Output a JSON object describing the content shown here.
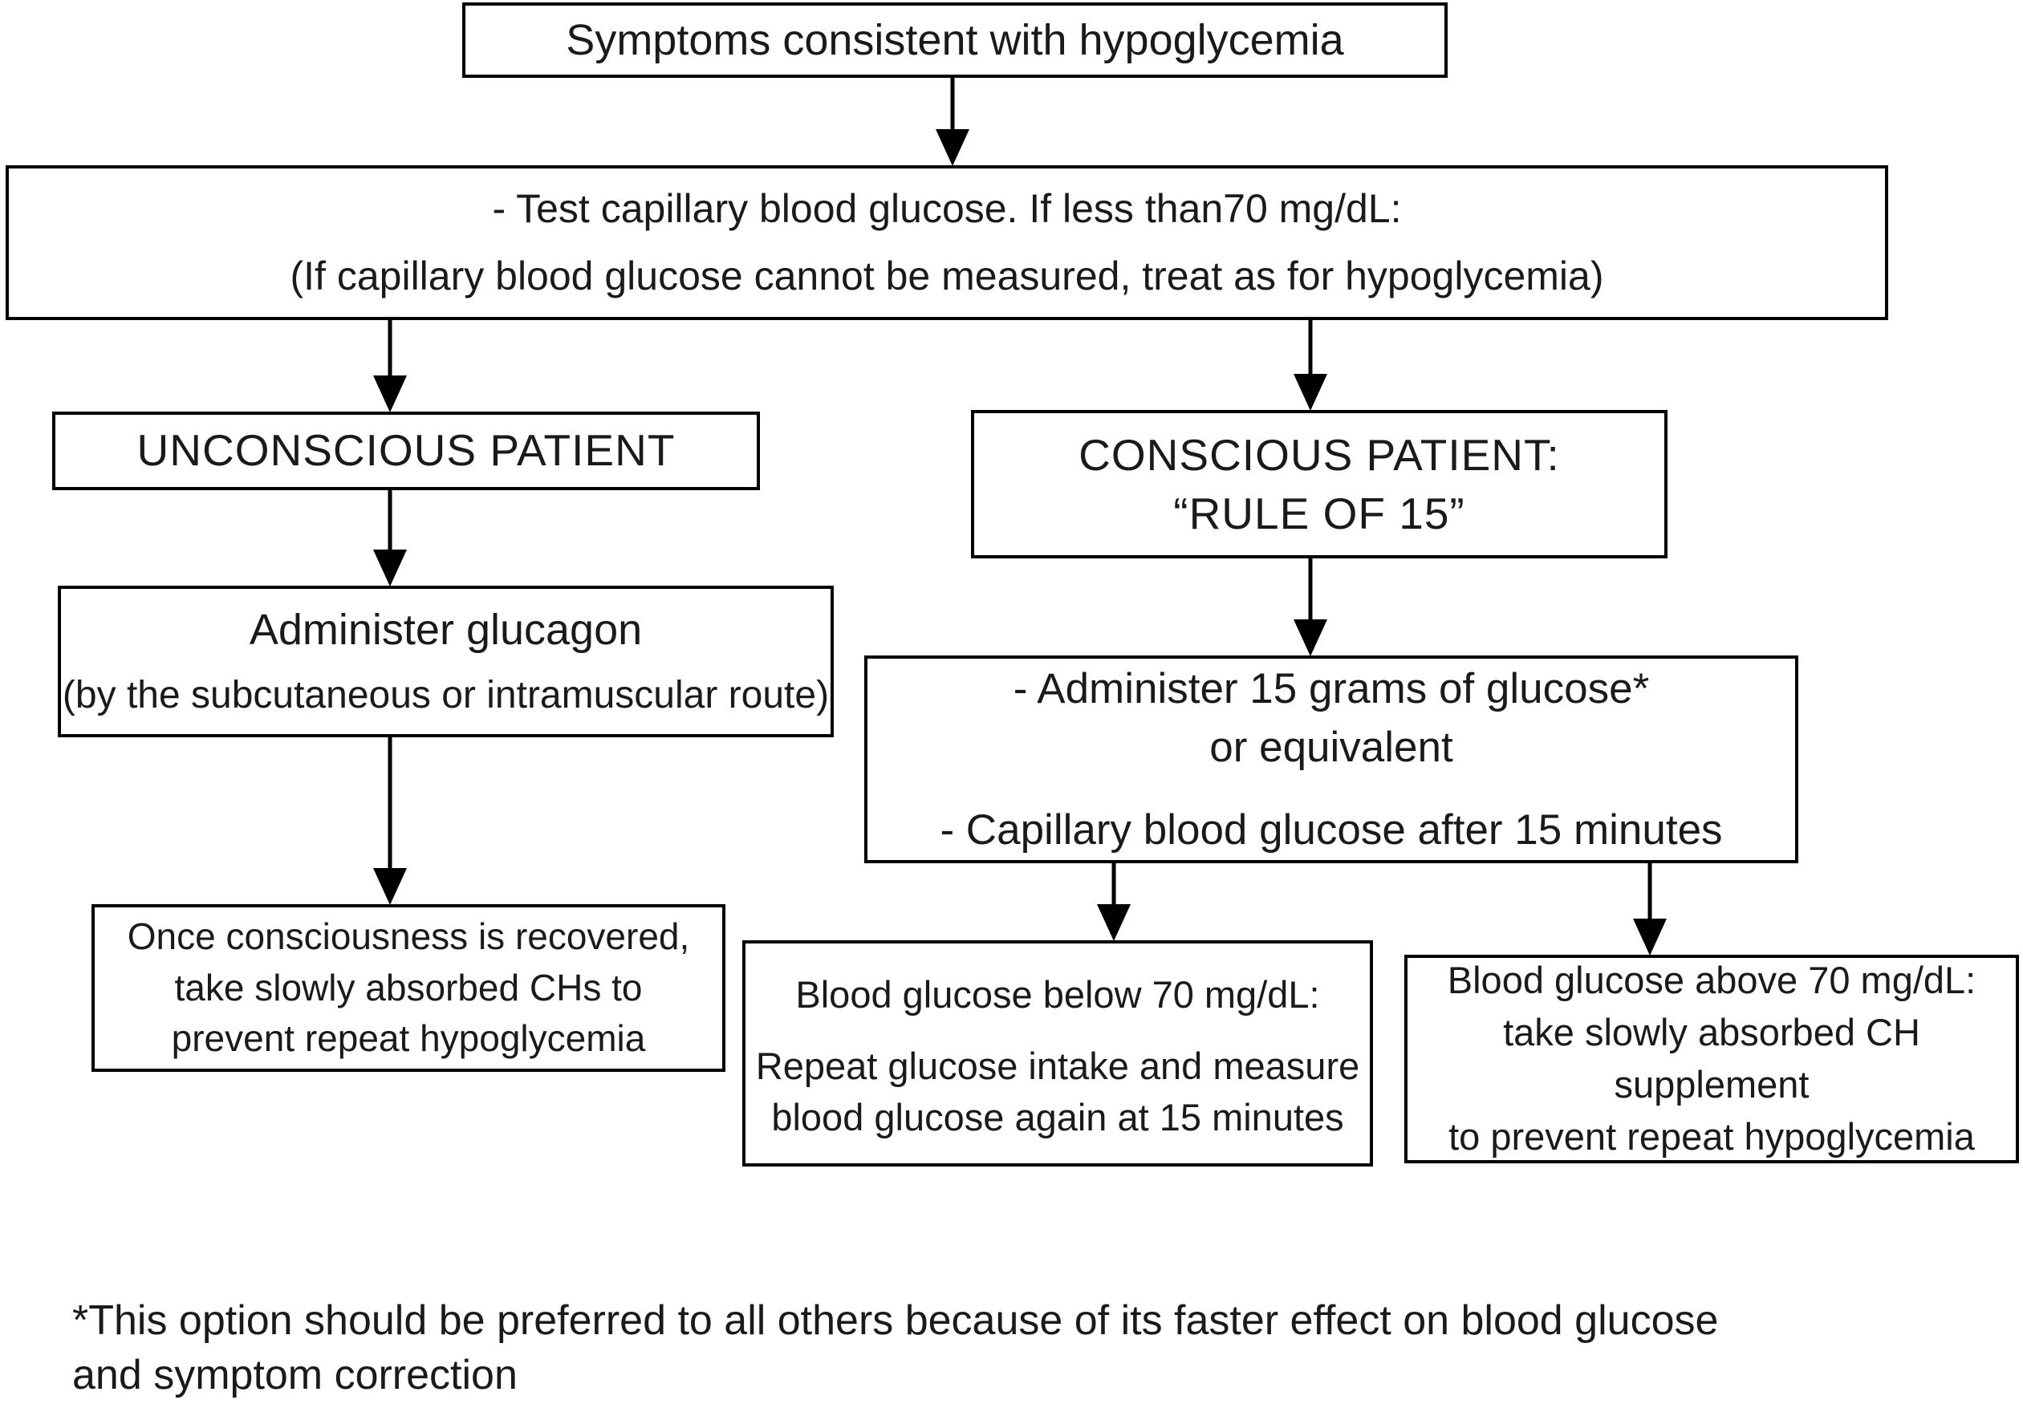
{
  "title": "Hypoglycemia treatment flowchart",
  "colors": {
    "background": "#ffffff",
    "box_border": "#000000",
    "text": "#1a1a1a",
    "arrow": "#000000"
  },
  "nodes": {
    "symptoms": {
      "lines": [
        "Symptoms consistent with hypoglycemia"
      ]
    },
    "test": {
      "lines": [
        "- Test capillary blood glucose. If less than70 mg/dL:",
        "(If capillary blood glucose cannot be measured, treat as for hypoglycemia)"
      ]
    },
    "unconscious": {
      "lines": [
        "UNCONSCIOUS PATIENT"
      ]
    },
    "conscious": {
      "lines": [
        "CONSCIOUS PATIENT:",
        "“RULE OF 15”"
      ]
    },
    "glucagon": {
      "lines": [
        "Administer glucagon",
        "(by the subcutaneous or intramuscular route)"
      ]
    },
    "recovered": {
      "lines": [
        "Once consciousness is recovered,",
        "take slowly absorbed CHs to",
        "prevent repeat hypoglycemia"
      ]
    },
    "administer15": {
      "lines": [
        "- Administer 15 grams of glucose*",
        "or equivalent",
        "- Capillary blood glucose after 15 minutes"
      ]
    },
    "below70": {
      "lines": [
        "Blood glucose below 70 mg/dL:",
        "Repeat glucose intake and measure",
        "blood glucose again at 15 minutes"
      ]
    },
    "above70": {
      "lines": [
        "Blood glucose above 70 mg/dL:",
        "take slowly absorbed CH supplement",
        "to prevent repeat hypoglycemia"
      ]
    }
  },
  "edges": [
    {
      "from": "symptoms",
      "to": "test"
    },
    {
      "from": "test",
      "to": "unconscious"
    },
    {
      "from": "test",
      "to": "conscious"
    },
    {
      "from": "unconscious",
      "to": "glucagon"
    },
    {
      "from": "glucagon",
      "to": "recovered"
    },
    {
      "from": "conscious",
      "to": "administer15"
    },
    {
      "from": "administer15",
      "to": "below70"
    },
    {
      "from": "administer15",
      "to": "above70"
    }
  ],
  "footnote": {
    "lines": [
      "*This option should be preferred to all others because of its faster effect on blood glucose",
      "and symptom correction"
    ]
  }
}
